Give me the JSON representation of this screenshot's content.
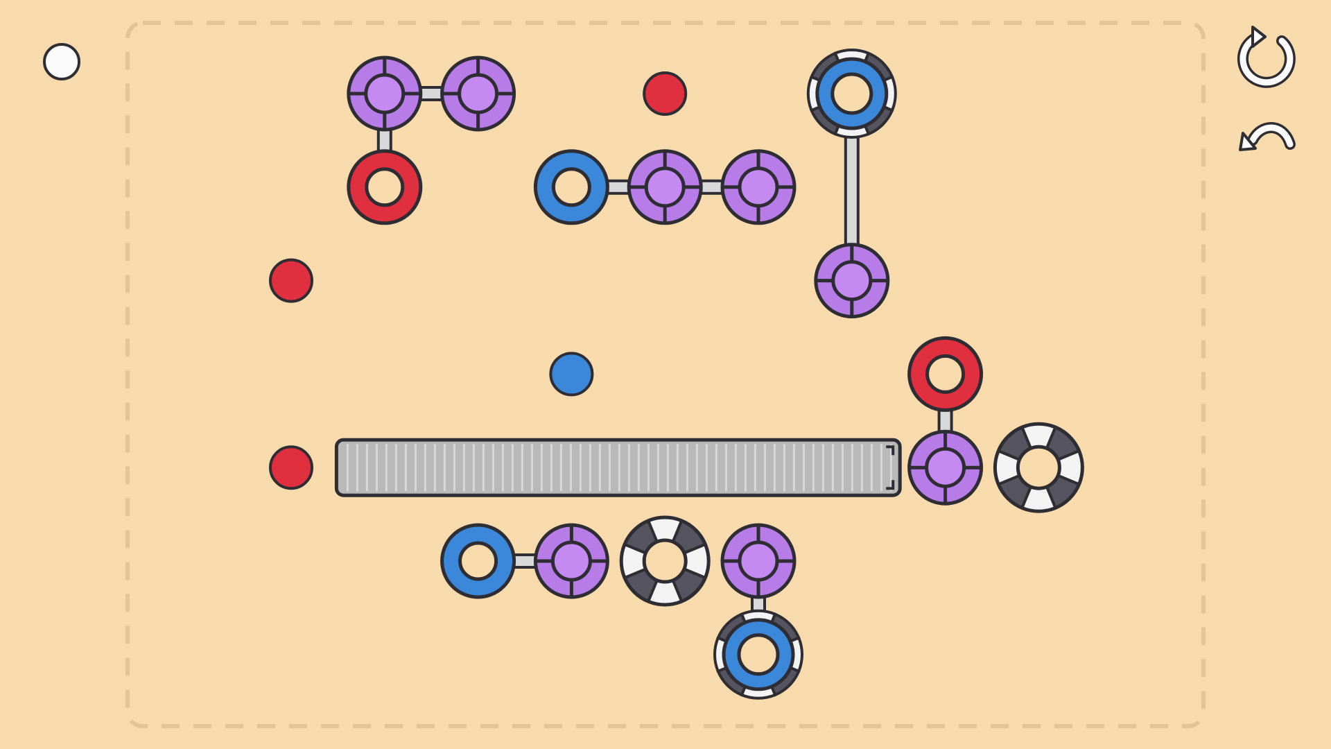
{
  "game": {
    "colors": {
      "background": "#f8dbad",
      "border_dash": "#e3c497",
      "outline": "#2e2d33",
      "purple": "#b77ce8",
      "blue": "#3b87d9",
      "red": "#e0303f",
      "dark_segment": "#55545f",
      "white_segment": "#f3f3f3",
      "link": "#d9d9d9",
      "bar": "#b9b9b9"
    },
    "indicator": {
      "icon": "white-dot-icon"
    },
    "buttons": [
      {
        "name": "restart-button",
        "icon": "restart-icon"
      },
      {
        "name": "undo-button",
        "icon": "undo-icon"
      }
    ],
    "pieces": [
      {
        "type": "node",
        "color": "purple",
        "cell": [
          1,
          0
        ]
      },
      {
        "type": "node",
        "color": "purple",
        "cell": [
          2,
          0
        ]
      },
      {
        "type": "ring",
        "color": "red",
        "cell": [
          1,
          1
        ]
      },
      {
        "type": "dot",
        "color": "red",
        "cell": [
          4,
          0
        ]
      },
      {
        "type": "striped-ring",
        "color": "blue",
        "cell": [
          6,
          0
        ]
      },
      {
        "type": "node",
        "color": "purple",
        "cell": [
          6,
          2
        ]
      },
      {
        "type": "ring",
        "color": "blue",
        "cell": [
          3,
          1
        ]
      },
      {
        "type": "node",
        "color": "purple",
        "cell": [
          4,
          1
        ]
      },
      {
        "type": "node",
        "color": "purple",
        "cell": [
          5,
          1
        ]
      },
      {
        "type": "dot",
        "color": "red",
        "cell": [
          0,
          2
        ]
      },
      {
        "type": "dot",
        "color": "blue",
        "cell": [
          3,
          3
        ]
      },
      {
        "type": "ring",
        "color": "red",
        "cell": [
          7,
          3
        ]
      },
      {
        "type": "node",
        "color": "purple",
        "cell": [
          7,
          4
        ]
      },
      {
        "type": "blocker-ring",
        "color": "gray",
        "cell": [
          8,
          4
        ]
      },
      {
        "type": "dot",
        "color": "red",
        "cell": [
          0,
          4
        ]
      },
      {
        "type": "ring",
        "color": "blue",
        "cell": [
          2,
          5
        ]
      },
      {
        "type": "node",
        "color": "purple",
        "cell": [
          3,
          5
        ]
      },
      {
        "type": "blocker-ring",
        "color": "gray",
        "cell": [
          4,
          5
        ]
      },
      {
        "type": "node",
        "color": "purple",
        "cell": [
          5,
          5
        ]
      },
      {
        "type": "striped-ring",
        "color": "blue",
        "cell": [
          5,
          6
        ]
      }
    ],
    "links": [
      [
        [
          1,
          0
        ],
        [
          2,
          0
        ]
      ],
      [
        [
          1,
          0
        ],
        [
          1,
          1
        ]
      ],
      [
        [
          6,
          0
        ],
        [
          6,
          2
        ]
      ],
      [
        [
          3,
          1
        ],
        [
          4,
          1
        ]
      ],
      [
        [
          4,
          1
        ],
        [
          5,
          1
        ]
      ],
      [
        [
          7,
          3
        ],
        [
          7,
          4
        ]
      ],
      [
        [
          2,
          5
        ],
        [
          3,
          5
        ]
      ],
      [
        [
          5,
          5
        ],
        [
          5,
          6
        ]
      ]
    ],
    "bar": {
      "from": [
        0.5,
        4
      ],
      "to": [
        6.5,
        4
      ]
    }
  }
}
